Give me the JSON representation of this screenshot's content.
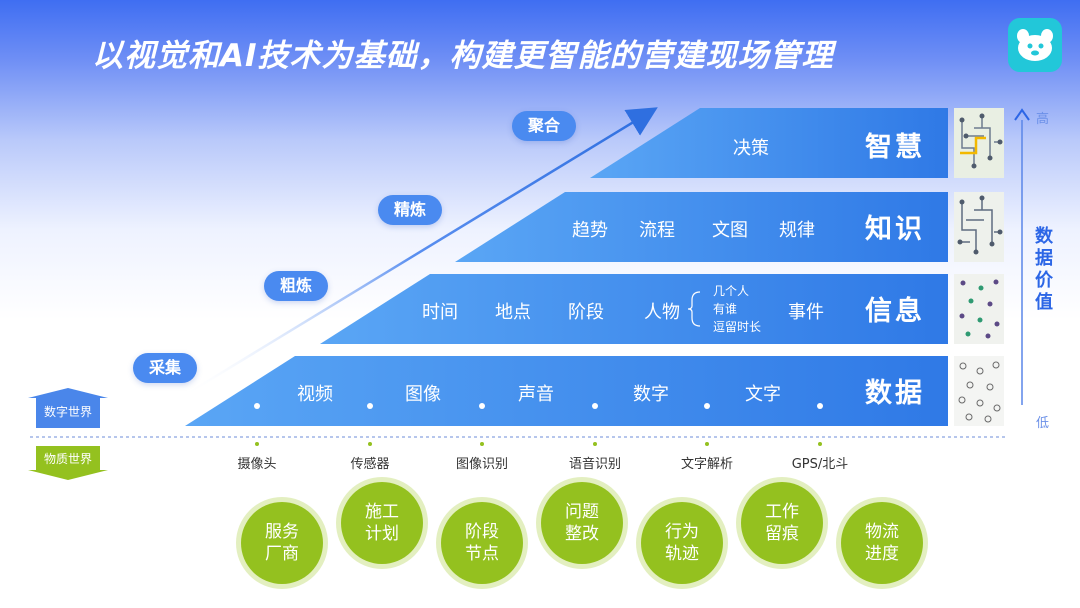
{
  "title": "以视觉和AI技术为基础，构建更智能的营建现场管理",
  "stages": [
    "采集",
    "粗炼",
    "精炼",
    "聚合"
  ],
  "layers": {
    "wisdom": {
      "name": "智慧",
      "items": [
        "决策"
      ]
    },
    "knowledge": {
      "name": "知识",
      "items": [
        "趋势",
        "流程",
        "文图",
        "规律"
      ]
    },
    "information": {
      "name": "信息",
      "items": [
        "时间",
        "地点",
        "阶段",
        "人物",
        "事件"
      ],
      "person_details": [
        "几个人",
        "有谁",
        "逗留时长"
      ]
    },
    "data": {
      "name": "数据",
      "items": [
        "视频",
        "图像",
        "声音",
        "数字",
        "文字"
      ]
    }
  },
  "worlds": {
    "digital": "数字世界",
    "physical": "物质世界"
  },
  "sensors": [
    "摄像头",
    "传感器",
    "图像识别",
    "语音识别",
    "文字解析",
    "GPS/北斗"
  ],
  "circles": [
    [
      "服务",
      "厂商"
    ],
    [
      "施工",
      "计划"
    ],
    [
      "阶段",
      "节点"
    ],
    [
      "问题",
      "整改"
    ],
    [
      "行为",
      "轨迹"
    ],
    [
      "工作",
      "留痕"
    ],
    [
      "物流",
      "进度"
    ]
  ],
  "value_axis": {
    "high": "高",
    "low": "低",
    "label": [
      "数",
      "据",
      "价",
      "值"
    ]
  },
  "colors": {
    "layer_blue": "#3a86ec",
    "stage_blue": "#4a8af0",
    "green": "#94c11f",
    "accent": "#2c66e6"
  },
  "icons": [
    "logo-icon",
    "circuit-icon",
    "dots-icon",
    "arrow-up-icon"
  ]
}
